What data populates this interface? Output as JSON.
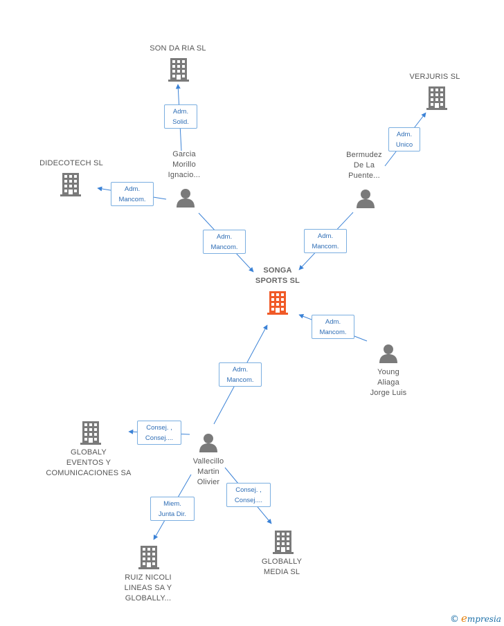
{
  "colors": {
    "company": "#7a7a7a",
    "center_company": "#f05a28",
    "person": "#7a7a7a",
    "edge": "#3b82d6",
    "label_border": "#7aaee0",
    "label_text": "#2e6db5"
  },
  "nodes": {
    "songa": {
      "lines": [
        "SONGA",
        "SPORTS SL"
      ]
    },
    "sondaria": {
      "lines": [
        "SON DA RIA  SL"
      ]
    },
    "verjuris": {
      "lines": [
        "VERJURIS SL"
      ]
    },
    "didecotech": {
      "lines": [
        "DIDECOTECH SL"
      ]
    },
    "garcia": {
      "lines": [
        "Garcia",
        "Morillo",
        "Ignacio..."
      ]
    },
    "bermudez": {
      "lines": [
        "Bermudez",
        "De La",
        "Puente..."
      ]
    },
    "young": {
      "lines": [
        "Young",
        "Aliaga",
        "Jorge Luis"
      ]
    },
    "vallecillo": {
      "lines": [
        "Vallecillo",
        "Martin",
        "Olivier"
      ]
    },
    "globaly_eventos": {
      "lines": [
        "GLOBALY",
        "EVENTOS Y",
        "COMUNICACIONES SA"
      ]
    },
    "ruiz_nicoli": {
      "lines": [
        "RUIZ NICOLI",
        "LINEAS SA Y",
        "GLOBALLY..."
      ]
    },
    "globally_media": {
      "lines": [
        "GLOBALLY",
        "MEDIA SL"
      ]
    }
  },
  "relations": {
    "garcia_sondaria": [
      "Adm.",
      "Solid."
    ],
    "garcia_didecotech": [
      "Adm.",
      "Mancom."
    ],
    "garcia_songa": [
      "Adm.",
      "Mancom."
    ],
    "bermudez_verjuris": [
      "Adm.",
      "Unico"
    ],
    "bermudez_songa": [
      "Adm.",
      "Mancom."
    ],
    "young_songa": [
      "Adm.",
      "Mancom."
    ],
    "vallecillo_songa": [
      "Adm.",
      "Mancom."
    ],
    "vallecillo_globaly": [
      "Consej. ,",
      "Consej...."
    ],
    "vallecillo_ruiz": [
      "Miem.",
      "Junta Dir."
    ],
    "vallecillo_media": [
      "Consej. ,",
      "Consej...."
    ]
  },
  "brand": {
    "copyright": "©",
    "initial": "e",
    "rest": "mpresia"
  }
}
